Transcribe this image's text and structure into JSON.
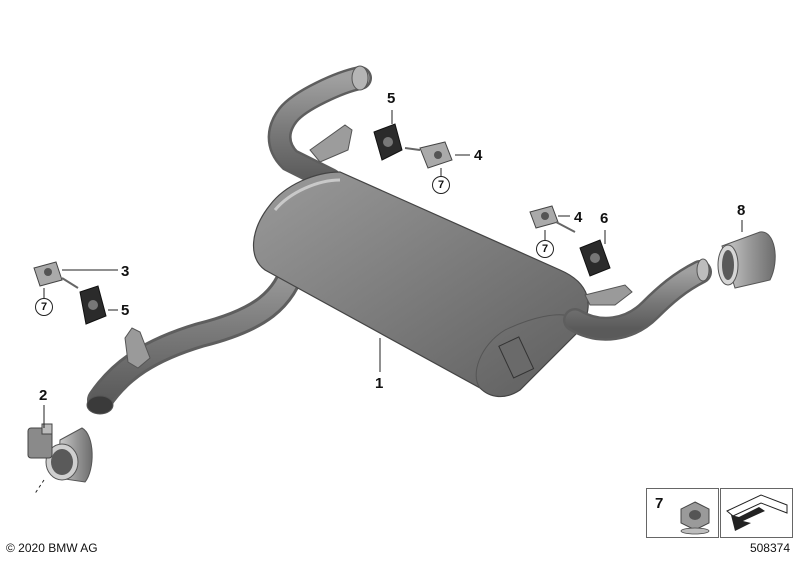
{
  "diagram": {
    "callouts": [
      {
        "id": "c1",
        "label": "1"
      },
      {
        "id": "c2",
        "label": "2"
      },
      {
        "id": "c3",
        "label": "3"
      },
      {
        "id": "c4a",
        "label": "4"
      },
      {
        "id": "c4b",
        "label": "4"
      },
      {
        "id": "c5a",
        "label": "5"
      },
      {
        "id": "c5b",
        "label": "5"
      },
      {
        "id": "c6",
        "label": "6"
      },
      {
        "id": "c8",
        "label": "8"
      }
    ],
    "circled_refs": [
      {
        "id": "r7a",
        "label": "7"
      },
      {
        "id": "r7b",
        "label": "7"
      },
      {
        "id": "r7c",
        "label": "7"
      }
    ],
    "legend": {
      "part_label": "7"
    },
    "copyright": "© 2020 BMW AG",
    "diagram_number": "508374"
  },
  "colors": {
    "pipe": "#7d7d7d",
    "muffler": "#858585",
    "rubber": "#2b2b2b",
    "line": "#222222"
  }
}
